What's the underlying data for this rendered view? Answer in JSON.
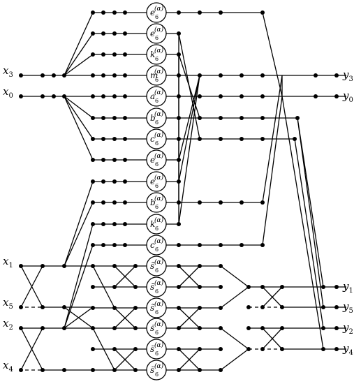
{
  "inputs": [
    {
      "name": "x",
      "sub": "3"
    },
    {
      "name": "x",
      "sub": "0"
    },
    {
      "name": "x",
      "sub": "1"
    },
    {
      "name": "x",
      "sub": "5"
    },
    {
      "name": "x",
      "sub": "2"
    },
    {
      "name": "x",
      "sub": "4"
    }
  ],
  "outputs": [
    {
      "name": "y",
      "sub": "3"
    },
    {
      "name": "y",
      "sub": "0"
    },
    {
      "name": "y",
      "sub": "1"
    },
    {
      "name": "y",
      "sub": "5"
    },
    {
      "name": "y",
      "sub": "2"
    },
    {
      "name": "y",
      "sub": "4"
    }
  ],
  "nodes": [
    {
      "letter": "e",
      "sub": "6",
      "sup": "(α)"
    },
    {
      "letter": "e",
      "sub": "6",
      "sup": "(α)"
    },
    {
      "letter": "k",
      "sub": "6",
      "sup": "(α)"
    },
    {
      "letter": "m",
      "sub": "6",
      "sup": "(α)"
    },
    {
      "letter": "a",
      "sub": "6",
      "sup": "(α)"
    },
    {
      "letter": "b",
      "sub": "6",
      "sup": "(α)"
    },
    {
      "letter": "c",
      "sub": "6",
      "sup": "(α)"
    },
    {
      "letter": "e",
      "sub": "6",
      "sup": "(α)"
    },
    {
      "letter": "e",
      "sub": "6",
      "sup": "(α)"
    },
    {
      "letter": "b",
      "sub": "6",
      "sup": "(α)"
    },
    {
      "letter": "k",
      "sub": "6",
      "sup": "(α)"
    },
    {
      "letter": "c",
      "sub": "6",
      "sup": "(α)"
    },
    {
      "letter": "s̃",
      "sub": "6",
      "sup": "(α)"
    },
    {
      "letter": "s̄",
      "sub": "6",
      "sup": "(α)"
    },
    {
      "letter": "s̃",
      "sub": "6",
      "sup": "(α)"
    },
    {
      "letter": "ṡ",
      "sub": "6",
      "sup": "(α)"
    },
    {
      "letter": "s̈",
      "sub": "6",
      "sup": "(α)"
    },
    {
      "letter": "s̈",
      "sub": "6",
      "sup": "(α)"
    }
  ]
}
